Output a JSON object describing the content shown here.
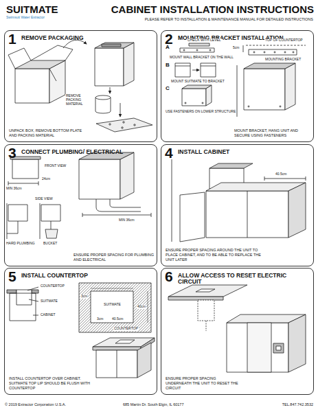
{
  "diagram": {
    "title": "CABINET INSTALLATION INSTRUCTIONS",
    "nodes": [
      {
        "text": [
          "1",
          "REMOVE PACKAGING",
          "UNPACK BOX, REMOVE BOTTOM PLATE AND PACKING MATERIAL"
        ]
      },
      {
        "text": [
          "2",
          "MOUNTING BRACKET INSTALLATION",
          "MOUNT BRACKET, HANG UNIT AND SECURE USING FASTENERS"
        ]
      },
      {
        "text": [
          "3",
          "CONNECT PLUMBING/ ELECTRICAL",
          "ENSURE PROPER SPACING FOR PLUMBING AND ELECTRICAL"
        ]
      },
      {
        "text": [
          "4",
          "INSTALL CABINET",
          "ENSURE PROPER SPACING AROUND THE UNIT TO PLACE CABINET, AND TO BE ABLE TO REPLACE THE UNIT LATER"
        ]
      },
      {
        "text": [
          "5",
          "INSTALL COUNTERTOP",
          "INSTALL COUNTERTOP OVER CABINET. SUITMATE TOP LIP SHOULD BE FLUSH WITH COUNTERTOP"
        ]
      },
      {
        "text": [
          "6",
          "ALLOW ACCESS TO RESET ELECTRIC CIRCUIT",
          "ENSURE PROPER SPACING UNDERNEATH THE UNIT TO RESET THE CIRCUIT"
        ]
      }
    ],
    "labels": [
      "SUITMATE",
      "Swimsuit Water Extractor",
      "PLEASE REFER TO INSTALLATION & MAINTENANCE MANUAL FOR DETAILED INSTRUCTIONS",
      "REMOVE PACKING MATERIAL",
      "A",
      "CHECK WITH LEVEL",
      "MOUNT WALL BRACKET ON THE WALL",
      "B",
      "MOUNT SUITMATE TO BRACKET",
      "C",
      "USE FASTENERS ON LOWER STRUCTURE",
      "TOP OF COUNTERTOP",
      "5cm",
      "MOUNTING BRACKET",
      "FRONT VIEW",
      "MIN 36cm",
      "24cm",
      "SIDE VIEW",
      "MIN 36cm",
      "HARD PLUMBING",
      "BUCKET",
      "40.5cm",
      "COUNTERTOP",
      "SUITMATE",
      "CABINET",
      "SUITMATE",
      "3cm",
      "40cm",
      "3cm",
      "40.5cm",
      "COUNTERTOP",
      "© 2019 Extractor Corporation U.S.A.",
      "685 Martin Dr. South Elgin, IL 60177",
      "TEL.847.742.3532"
    ]
  }
}
